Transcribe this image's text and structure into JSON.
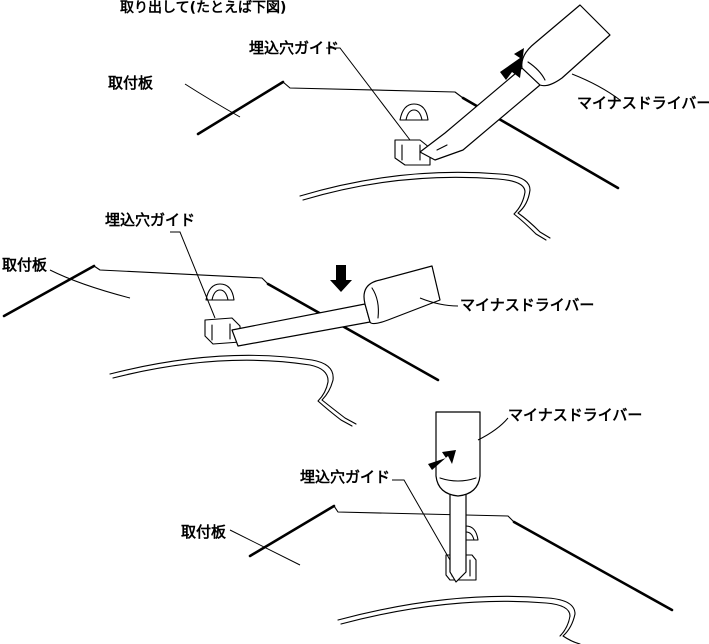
{
  "header_fragment": "取り出して(たとえば下図)",
  "panels": [
    {
      "mount_plate_label": "取付板",
      "guide_label": "埋込穴ガイド",
      "tool_label": "マイナスドライバー"
    },
    {
      "mount_plate_label": "取付板",
      "guide_label": "埋込穴ガイド",
      "tool_label": "マイナスドライバー"
    },
    {
      "mount_plate_label": "取付板",
      "guide_label": "埋込穴ガイド",
      "tool_label": "マイナスドライバー"
    }
  ]
}
